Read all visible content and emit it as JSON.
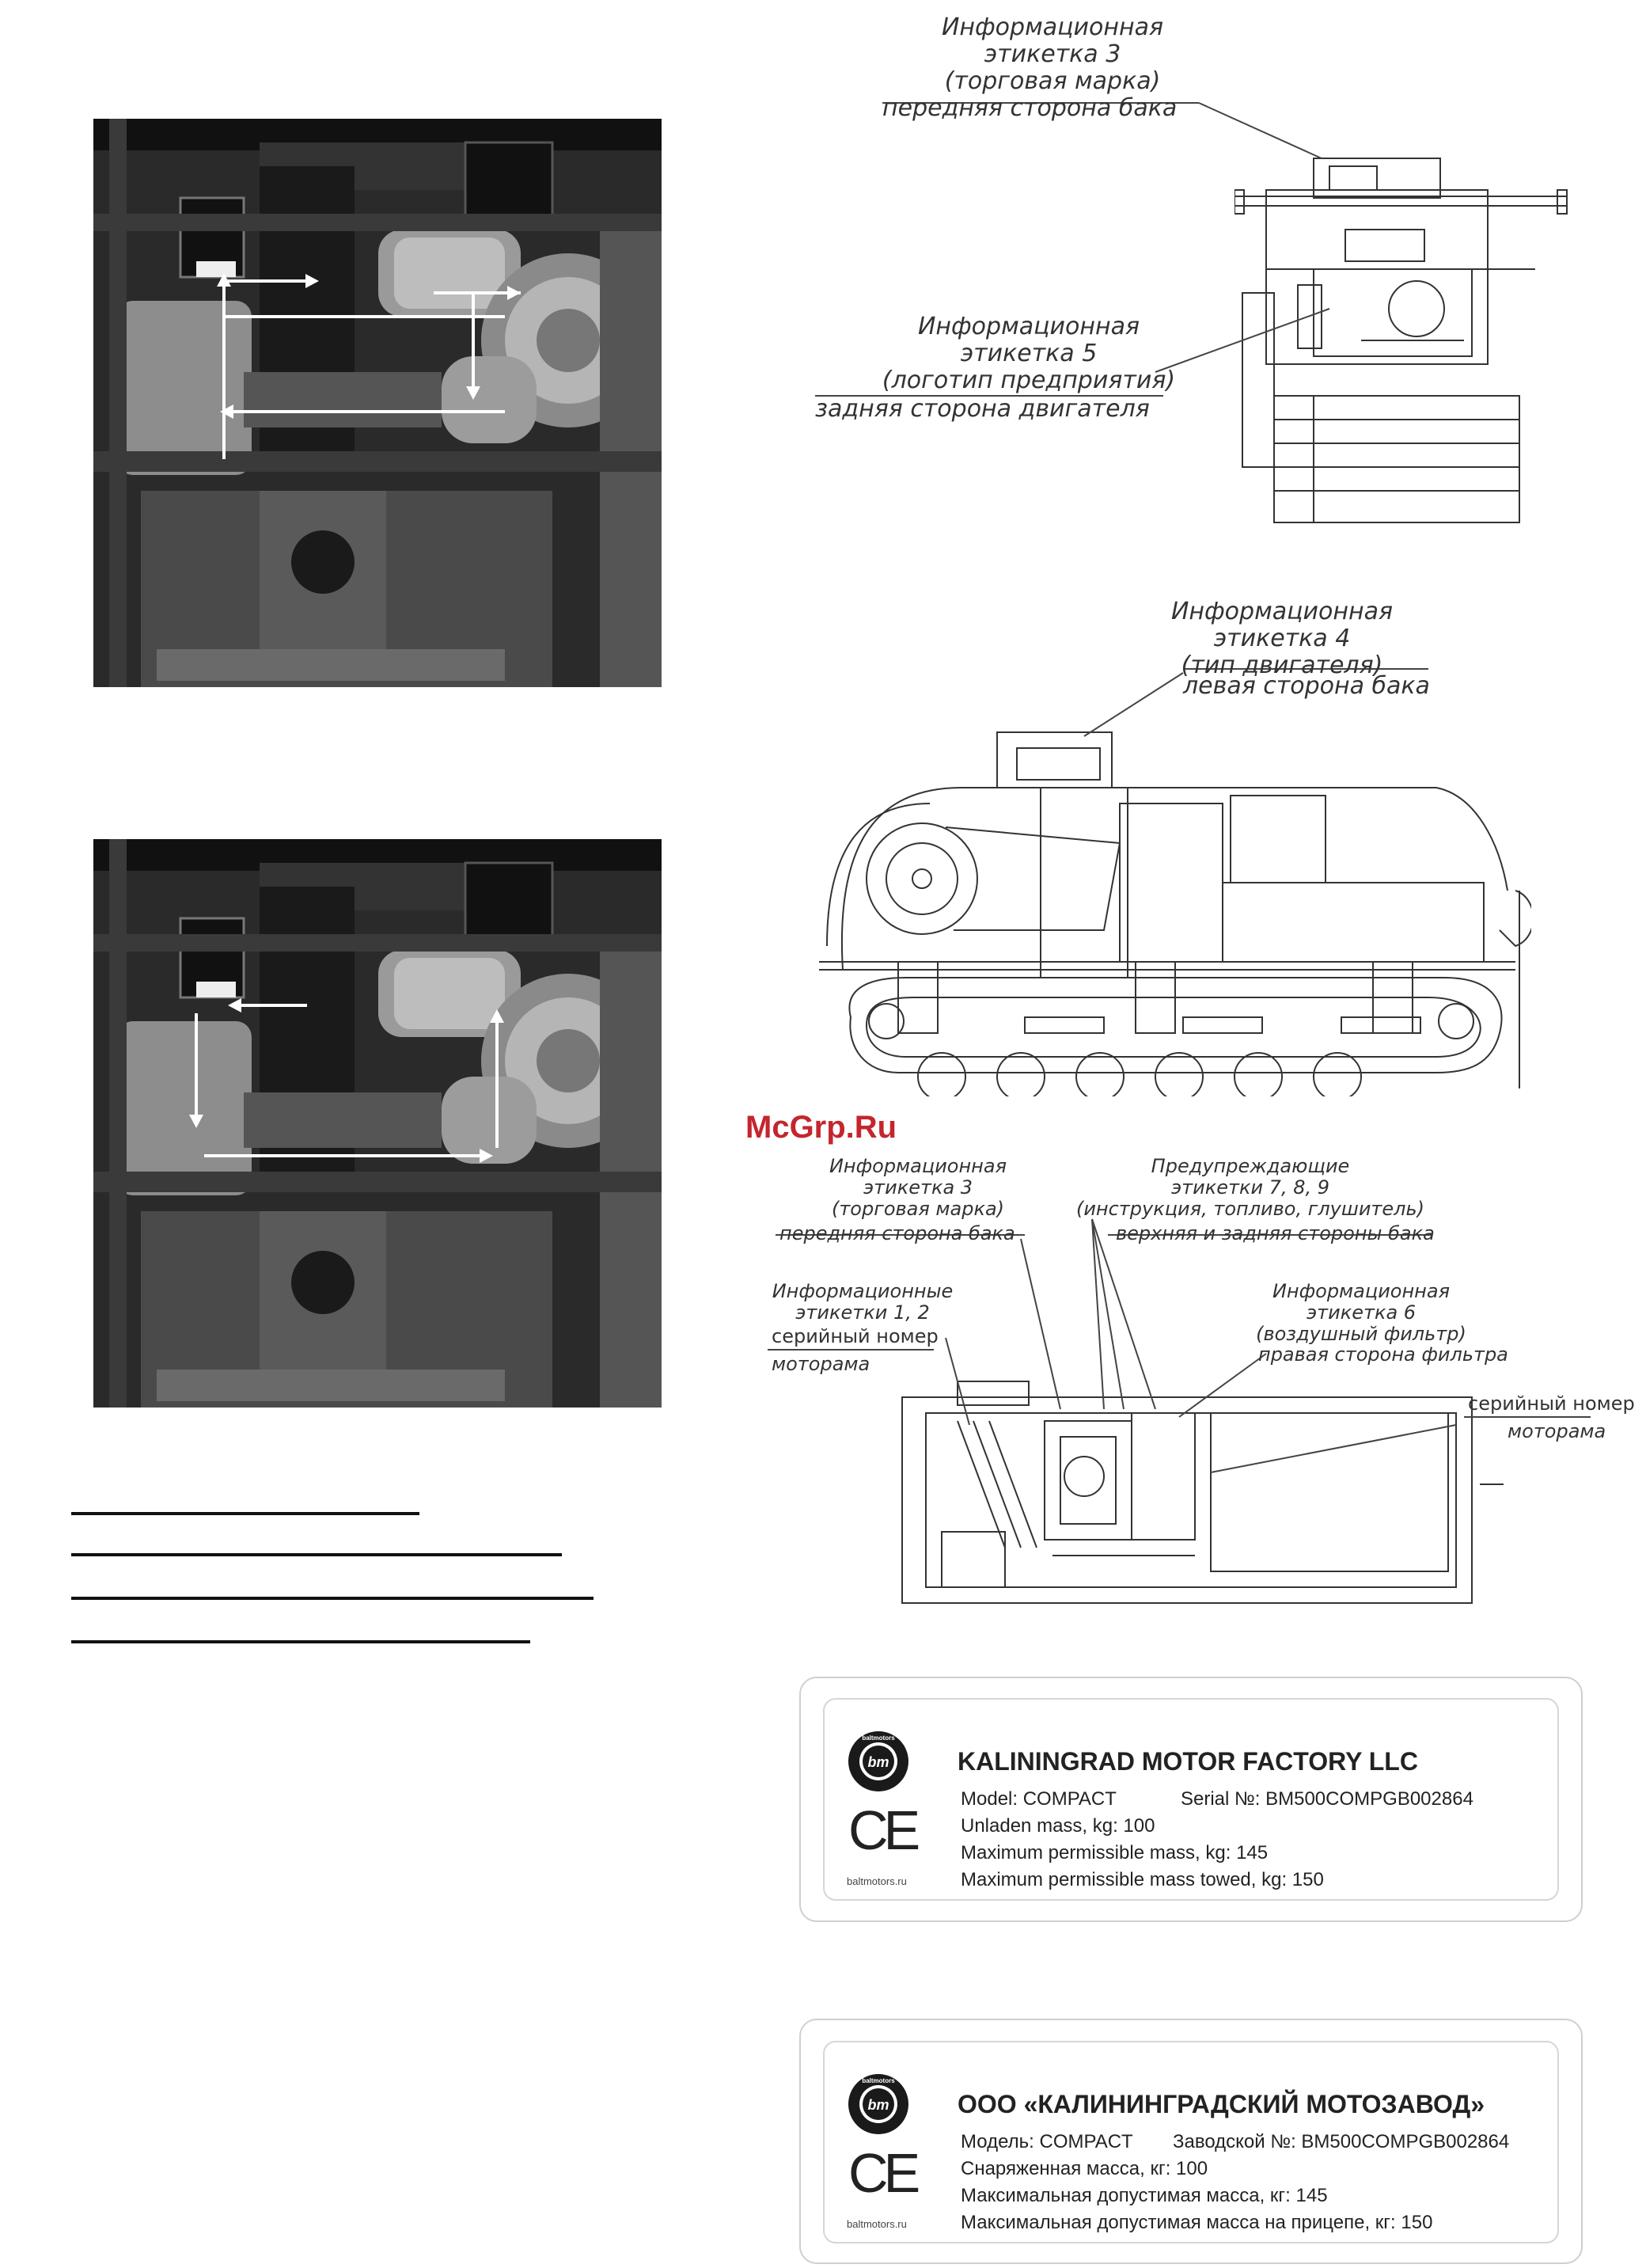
{
  "watermark": "McGrp.Ru",
  "callouts": {
    "label3_top": {
      "l1": "Информационная",
      "l2": "этикетка 3",
      "l3": "(торговая марка)",
      "l4": "передняя сторона бака"
    },
    "label5": {
      "l1": "Информационная",
      "l2": "этикетка 5",
      "l3": "(логотип предприятия)",
      "l4": "задняя сторона двигателя"
    },
    "label4": {
      "l1": "Информационная",
      "l2": "этикетка 4",
      "l3": "(тип двигателя)",
      "l4": "левая сторона бака"
    },
    "label3_bottom": {
      "l1": "Информационная",
      "l2": "этикетка 3",
      "l3": "(торговая марка)",
      "l4": "передняя сторона бака"
    },
    "warnings": {
      "l1": "Предупреждающие",
      "l2": "этикетки 7, 8, 9",
      "l3": "(инструкция, топливо, глушитель)",
      "l4": "верхняя и задняя стороны бака"
    },
    "label12": {
      "l1": "Информационные",
      "l2": "этикетки 1, 2",
      "l3": "серийный номер",
      "l4": "моторама"
    },
    "label6": {
      "l1": "Информационная",
      "l2": "этикетка 6",
      "l3": "(воздушный фильтр)",
      "l4": "правая сторона фильтра"
    },
    "serial_right": {
      "l1": "серийный номер",
      "l2": "моторама"
    }
  },
  "plate_en": {
    "logo_text": "bm",
    "logo_ring": "baltmotors",
    "title": "KALININGRAD MOTOR FACTORY LLC",
    "model": "Model: COMPACT",
    "serial": "Serial №: BM500COMPGB002864",
    "unladen": "Unladen mass, kg: 100",
    "max_mass": "Maximum permissible mass, kg: 145",
    "max_towed": "Maximum permissible mass towed, kg: 150",
    "ce": "CE",
    "site": "baltmotors.ru"
  },
  "plate_ru": {
    "logo_text": "bm",
    "logo_ring": "baltmotors",
    "title": "ООО «КАЛИНИНГРАДСКИЙ МОТОЗАВОД»",
    "model": "Модель: COMPACT",
    "serial": "Заводской №: BM500COMPGB002864",
    "unladen": "Снаряженная масса, кг: 100",
    "max_mass": "Максимальная допустимая масса, кг: 145",
    "max_towed": "Максимальная допустимая масса на прицепе, кг: 150",
    "ce": "CE",
    "site": "baltmotors.ru"
  },
  "colors": {
    "watermark": "#c4262e",
    "photo_bg": "#1e1e1e",
    "plate_border": "#cfcfcf"
  }
}
